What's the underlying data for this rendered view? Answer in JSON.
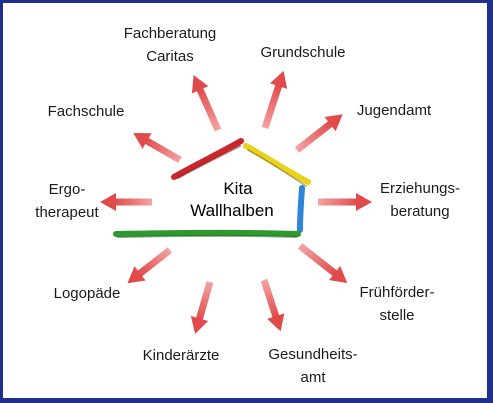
{
  "center": {
    "line1": "Kita",
    "line2": "Wallhalben"
  },
  "partners": {
    "fachberatung": {
      "line1": "Fachberatung",
      "line2": "Caritas"
    },
    "grundschule": {
      "line1": "Grundschule"
    },
    "jugendamt": {
      "line1": "Jugendamt"
    },
    "erziehungsberatung": {
      "line1": "Erziehungs-",
      "line2": "beratung"
    },
    "fruehfoerderstelle": {
      "line1": "Frühförder-",
      "line2": "stelle"
    },
    "gesundheitsamt": {
      "line1": "Gesundheits-",
      "line2": "amt"
    },
    "kinderaerzte": {
      "line1": "Kinderärzte"
    },
    "logopaede": {
      "line1": "Logopäde"
    },
    "ergotherapeut": {
      "line1": "Ergo-",
      "line2": "therapeut"
    },
    "fachschule": {
      "line1": "Fachschule"
    }
  },
  "colors": {
    "frame": "#1f2f8f",
    "arrow": "#e04a4a",
    "roof_left": "#c8262a",
    "roof_right": "#e8d21a",
    "wall_right": "#2f86d6",
    "floor": "#2e9a2e"
  }
}
